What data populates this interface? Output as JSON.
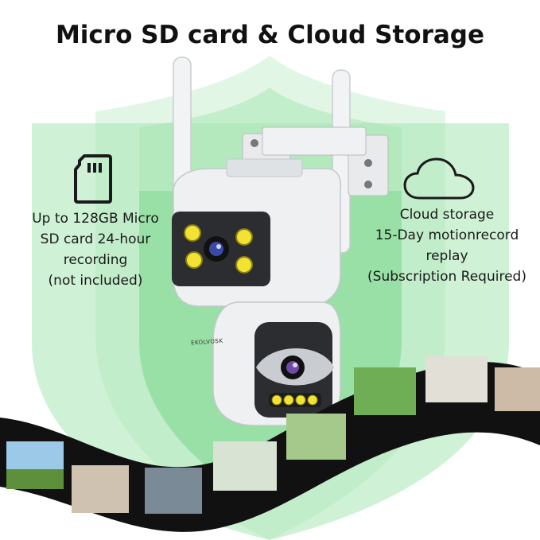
{
  "title": "Micro SD card & Cloud Storage",
  "left_feature": {
    "icon": "sd-card-icon",
    "lines": [
      "Up to 128GB Micro",
      "SD card 24-hour",
      "recording",
      "(not included)"
    ]
  },
  "right_feature": {
    "icon": "cloud-icon",
    "lines": [
      "Cloud storage",
      "15-Day motionrecord",
      "replay",
      "(Subscription Required)"
    ]
  },
  "camera_brand": "EKOLVOSK",
  "colors": {
    "shield_outer": "#d9f3dd",
    "shield_mid": "#a9e6b5",
    "shield_inner": "#8fdca0",
    "camera_body": "#eceff1",
    "lens_panel": "#2b2d30",
    "led": "#f2e233",
    "film": "#111111"
  }
}
